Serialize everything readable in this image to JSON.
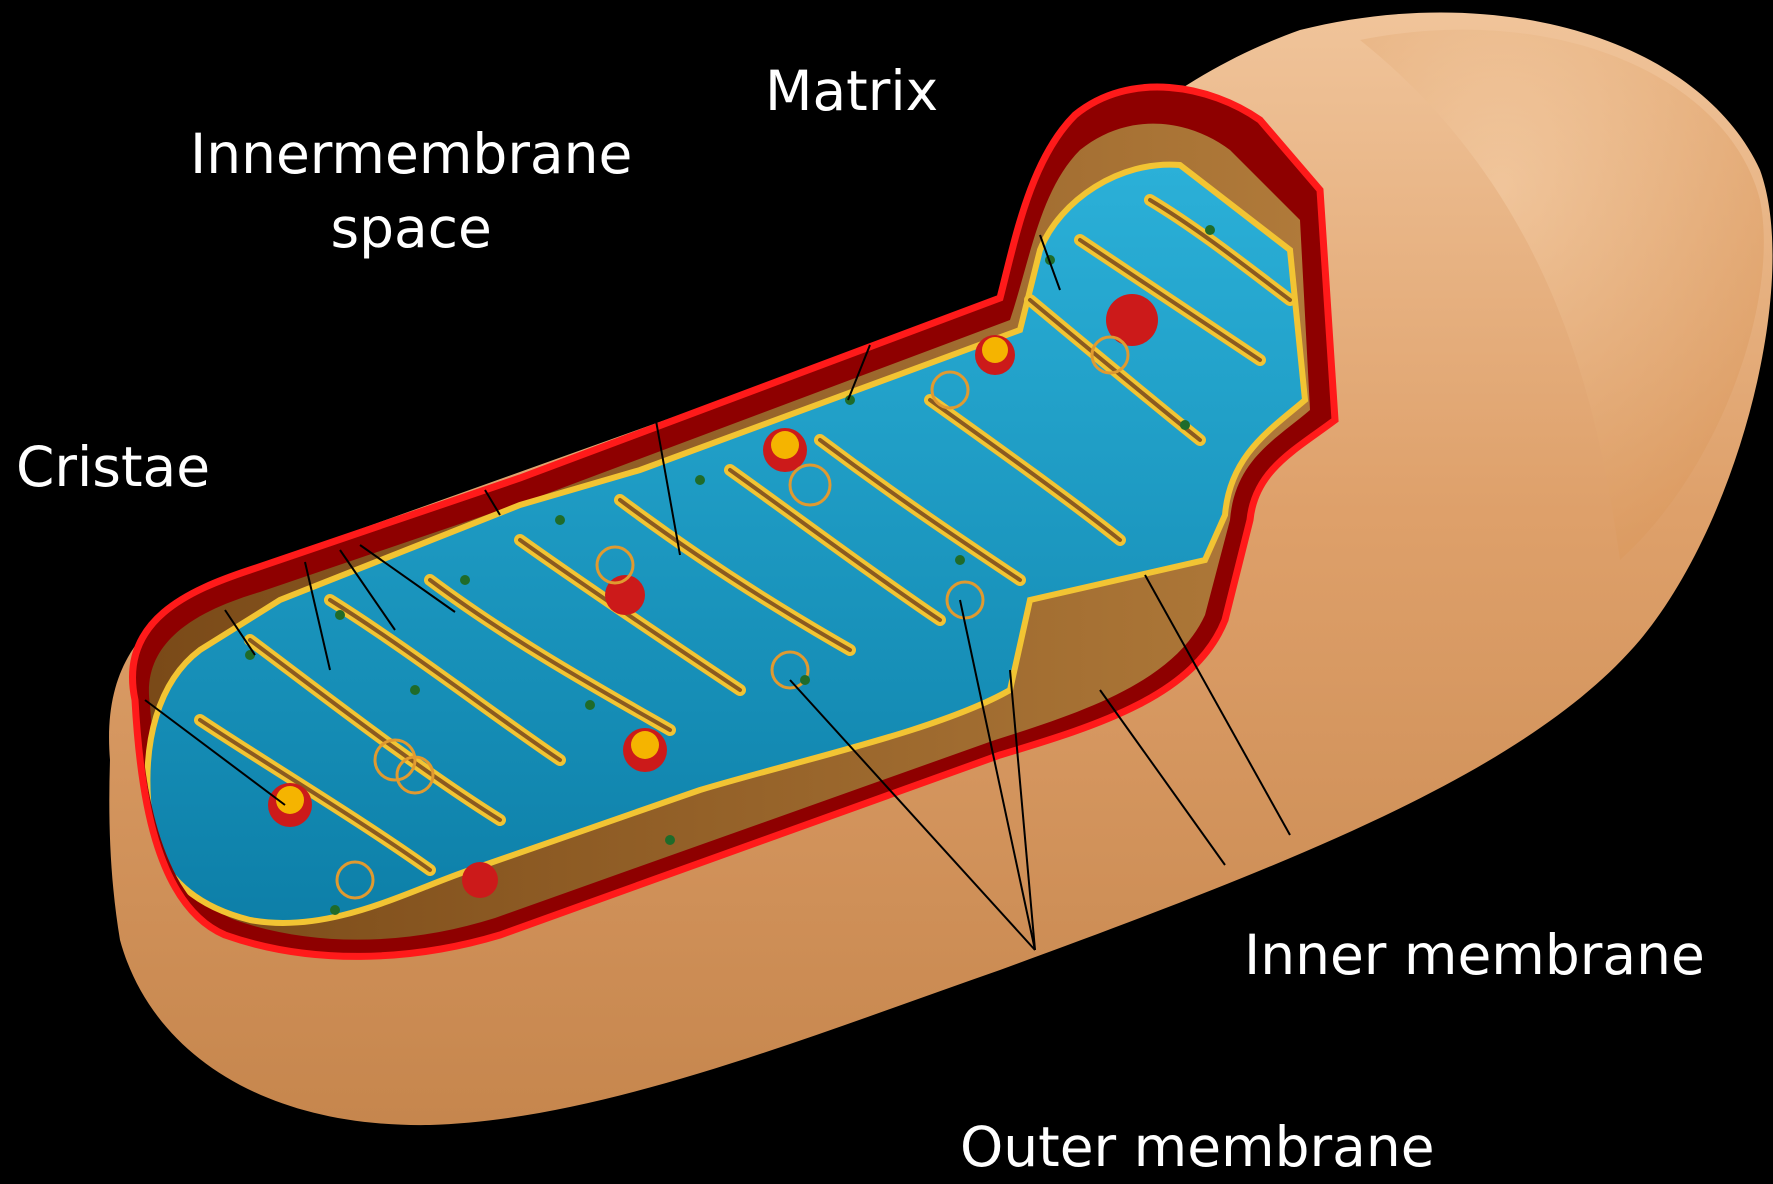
{
  "labels": {
    "matrix": "Matrix",
    "innermembrane_space_line1": "Innermembrane",
    "innermembrane_space_line2": "space",
    "cristae": "Cristae",
    "inner_membrane": "Inner membrane",
    "outer_membrane": "Outer membrane"
  },
  "colors": {
    "background": "#000000",
    "outer_membrane": "#d9955f",
    "outer_membrane_cut_edge": "#ff1a1a",
    "intermembrane_space": "#8e0000",
    "inner_membrane": "#f2c433",
    "matrix": "#1496c2",
    "cavity_wall": "#9a6628",
    "leader_lines": "#000000",
    "label_text": "#ffffff"
  }
}
